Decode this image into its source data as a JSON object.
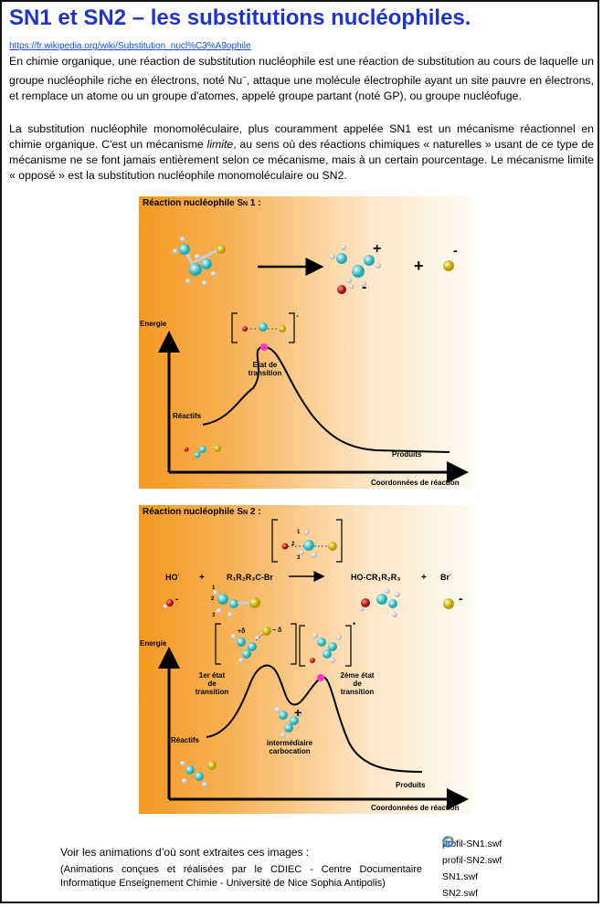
{
  "title": "SN1 et SN2 – les substitutions nucléophiles.",
  "link": "https://fr.wikipedia.org/wiki/Substitution_nucl%C3%A9ophile",
  "intro": [
    "En ",
    "chimie organique",
    ", une ",
    "réaction de substitution",
    " nucléophile est une réaction de substitution au cours de laquelle un groupe nucléophile riche en électrons, noté Nu",
    "−",
    ", attaque une molécule électrophile ayant un site pauvre en électrons, et remplace un atome ou un groupe d'atomes, appelé groupe partant (noté GP), ou groupe nucléofuge."
  ],
  "para2": [
    "La substitution nucléophile monomoléculaire, plus couramment appelée SN1 est un mécanisme réactionnel en chimie organique. C'est un mécanisme ",
    "limite",
    ", au sens où des réactions chimiques « naturelles » usant de ce type de mécanisme ne se font jamais entièrement selon ce mécanisme, mais à un certain pourcentage. Le mécanisme limite « opposé » est la substitution nucléophile monomoléculaire ou SN2."
  ],
  "sn1": {
    "title": "Réaction nucléophile S",
    "title_sub": "N",
    "title_end": " 1 :",
    "plus": "+",
    "minus": "-",
    "energie": "Energie",
    "etat": "Etat de",
    "transition": "transition",
    "reactifs": "Réactifs",
    "produits": "Produits",
    "coord": "Coordonnées de réaction"
  },
  "sn2": {
    "title": "Réaction nucléophile S",
    "title_sub": "N",
    "title_end": " 2 :",
    "ho": "HO",
    "plus": "+",
    "reagent": "R₁R₂R₃C-Br",
    "product": "HO-CR₁R₂R₃",
    "br": "Br",
    "minus": "-",
    "energie": "Energie",
    "ts1_a": "1er état",
    "ts1_b": "de",
    "ts1_c": "transition",
    "ts2_a": "2ème état",
    "ts2_b": "de",
    "ts2_c": "transition",
    "inter_a": "intermédiaire",
    "inter_b": "carbocation",
    "reactifs": "Réactifs",
    "produits": "Produits",
    "coord": "Coordonnées de réaction",
    "n1": "1",
    "n2": "2",
    "n3": "3",
    "delta_plus": "+δ",
    "delta_minus": "− δ",
    "dagger": "*"
  },
  "footer": {
    "title": "Voir les animations d’où sont extraites ces images :",
    "credits": "(Animations conçues et réalisées par le CDIEC - Centre Documentaire Informatique Enseignement Chimie - Université de Nice Sophia Antipolis)",
    "files": [
      "profil-SN1.swf",
      "profil-SN2.swf",
      "SN1.swf",
      "SN2.swf"
    ]
  },
  "colors": {
    "title": "#1f33c9",
    "carbon": "#3ccfd6",
    "halogen": "#e6d21e",
    "oxygen": "#cc1a12",
    "ts_marker": "#ff33cc"
  }
}
